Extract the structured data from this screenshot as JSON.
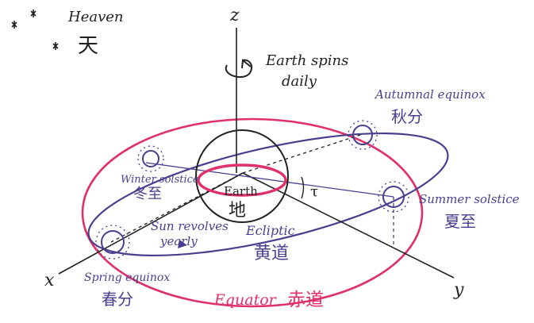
{
  "labels": {
    "heaven_en": "Heaven",
    "heaven_zh": "天",
    "z_axis": "z",
    "x_axis": "x",
    "y_axis": "y",
    "earth_spins_line1": "Earth spins",
    "earth_spins_line2": "daily",
    "autumnal_en": "Autumnal equinox",
    "autumnal_zh": "秋分",
    "winter_en": "Winter solstice",
    "winter_zh": "冬至",
    "summer_en": "Summer solstice",
    "summer_zh": "夏至",
    "spring_en": "Spring equinox",
    "spring_zh": "春分",
    "earth_en": "Earth",
    "earth_zh": "地",
    "tau": "τ",
    "sun_revolves_line1": "Sun revolves",
    "sun_revolves_line2": "yearly",
    "ecliptic_en": "Ecliptic",
    "ecliptic_zh": "黄道",
    "equator_en": "Equator",
    "equator_zh": "赤道"
  },
  "colors": {
    "ink": "#222222",
    "ecliptic": "#4a3f8f",
    "equator": "#e0306a"
  },
  "icons": [
    "star-icon",
    "sun-icon",
    "rotation-arrow-icon"
  ]
}
